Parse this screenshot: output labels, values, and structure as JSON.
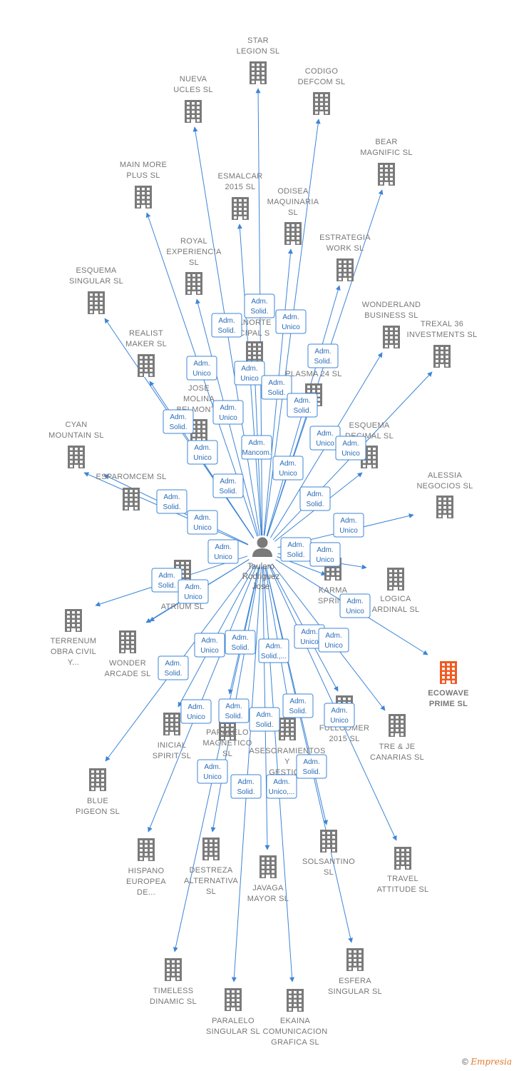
{
  "person": {
    "name_lines": [
      "Taulero",
      "Rodriguez",
      "Jose"
    ],
    "icon": "person-icon"
  },
  "footer": {
    "copyright": "©",
    "brand": "Empresia"
  },
  "colors": {
    "edge": "#3d85d6",
    "node": "#7a7a7a",
    "highlight": "#f05a22",
    "role_border": "#3d85d6",
    "role_text": "#2b6cb8"
  },
  "nodes": [
    {
      "id": "star_legion",
      "label": [
        "STAR",
        "LEGION  SL"
      ],
      "icon": "building-icon"
    },
    {
      "id": "codigo_defcom",
      "label": [
        "CODIGO",
        "DEFCOM  SL"
      ],
      "icon": "building-icon"
    },
    {
      "id": "nueva_ucles",
      "label": [
        "NUEVA",
        "UCLES  SL"
      ],
      "icon": "building-icon"
    },
    {
      "id": "bear_magnific",
      "label": [
        "BEAR",
        "MAGNIFIC  SL"
      ],
      "icon": "building-icon"
    },
    {
      "id": "main_more_plus",
      "label": [
        "MAIN MORE",
        "PLUS  SL"
      ],
      "icon": "building-icon"
    },
    {
      "id": "esmalcar_2015",
      "label": [
        "ESMALCAR",
        "2015  SL"
      ],
      "icon": "building-icon"
    },
    {
      "id": "odisea_maquinaria",
      "label": [
        "ODISEA",
        "MAQUINARIA",
        "SL"
      ],
      "icon": "building-icon"
    },
    {
      "id": "royal_experiencia",
      "label": [
        "ROYAL",
        "EXPERIENCIA",
        "SL"
      ],
      "icon": "building-icon"
    },
    {
      "id": "estrategia_work",
      "label": [
        "ESTRATEGIA",
        "WORK  SL"
      ],
      "icon": "building-icon"
    },
    {
      "id": "esquema_singular",
      "label": [
        "ESQUEMA",
        "SINGULAR  SL"
      ],
      "icon": "building-icon"
    },
    {
      "id": "wonderland_business",
      "label": [
        "WONDERLAND",
        "BUSINESS  SL"
      ],
      "icon": "building-icon"
    },
    {
      "id": "trexal_36",
      "label": [
        "TREXAL 36",
        "INVESTMENTS SL"
      ],
      "icon": "building-icon"
    },
    {
      "id": "realist_maker",
      "label": [
        "REALIST",
        "MAKER  SL"
      ],
      "icon": "building-icon"
    },
    {
      "id": "anorte_cipal",
      "label": [
        "ANORTE",
        "CIPAL  S"
      ],
      "icon": "building-icon"
    },
    {
      "id": "plasma_24",
      "label": [
        "PLASMA 24 SL"
      ],
      "icon": "building-icon"
    },
    {
      "id": "jose_molina",
      "label": [
        "JOSE",
        "MOLINA",
        "BELMONTE"
      ],
      "icon": "building-icon"
    },
    {
      "id": "cyan_mountain",
      "label": [
        "CYAN",
        "MOUNTAIN  SL"
      ],
      "icon": "building-icon"
    },
    {
      "id": "esquema_decimal",
      "label": [
        "ESQUEMA",
        "DECIMAL  SL"
      ],
      "icon": "building-icon"
    },
    {
      "id": "esparomcem",
      "label": [
        "ESPAROMCEM  SL"
      ],
      "icon": "building-icon"
    },
    {
      "id": "alessia_negocios",
      "label": [
        "ALESSIA",
        "NEGOCIOS  SL"
      ],
      "icon": "building-icon"
    },
    {
      "id": "m_atrium",
      "label": [
        "M",
        "ATRIUM  SL"
      ],
      "icon": "building-icon"
    },
    {
      "id": "karma_sprint",
      "label": [
        "KARMA",
        "SPRINT"
      ],
      "icon": "building-icon"
    },
    {
      "id": "logica_ardinal",
      "label": [
        "LOGICA",
        "ARDINAL  SL"
      ],
      "icon": "building-icon"
    },
    {
      "id": "terrenum",
      "label": [
        "TERRENUM",
        "OBRA CIVIL",
        "Y..."
      ],
      "icon": "building-icon"
    },
    {
      "id": "wonder_arcade",
      "label": [
        "WONDER",
        "ARCADE  SL"
      ],
      "icon": "building-icon"
    },
    {
      "id": "ecowave_prime",
      "label": [
        "ECOWAVE",
        "PRIME  SL"
      ],
      "icon": "building-icon",
      "highlight": true
    },
    {
      "id": "fullcomer_2015",
      "label": [
        "FULLCOMER",
        "2015  SL"
      ],
      "icon": "building-icon"
    },
    {
      "id": "tre_je_canarias",
      "label": [
        "TRE & JE",
        "CANARIAS  SL"
      ],
      "icon": "building-icon"
    },
    {
      "id": "inicial_spirit",
      "label": [
        "INICIAL",
        "SPIRIT  SL"
      ],
      "icon": "building-icon"
    },
    {
      "id": "paralelo_magnetico",
      "label": [
        "PARALELO",
        "MAGNETICO",
        "SL"
      ],
      "icon": "building-icon"
    },
    {
      "id": "asesoramientos",
      "label": [
        "ASESORAMIENTOS",
        "Y",
        "GESTION"
      ],
      "icon": "building-icon"
    },
    {
      "id": "blue_pigeon",
      "label": [
        "BLUE",
        "PIGEON  SL"
      ],
      "icon": "building-icon"
    },
    {
      "id": "hispano_europea",
      "label": [
        "HISPANO",
        "EUROPEA",
        "DE..."
      ],
      "icon": "building-icon"
    },
    {
      "id": "destreza_alternativa",
      "label": [
        "DESTREZA",
        "ALTERNATIVA",
        "SL"
      ],
      "icon": "building-icon"
    },
    {
      "id": "javaga_mayor",
      "label": [
        "JAVAGA",
        "MAYOR  SL"
      ],
      "icon": "building-icon"
    },
    {
      "id": "solsantino",
      "label": [
        "SOLSANTINO",
        "SL"
      ],
      "icon": "building-icon"
    },
    {
      "id": "travel_attitude",
      "label": [
        "TRAVEL",
        "ATTITUDE  SL"
      ],
      "icon": "building-icon"
    },
    {
      "id": "timeless_dinamic",
      "label": [
        "TIMELESS",
        "DINAMIC  SL"
      ],
      "icon": "building-icon"
    },
    {
      "id": "esfera_singular",
      "label": [
        "ESFERA",
        "SINGULAR  SL"
      ],
      "icon": "building-icon"
    },
    {
      "id": "paralelo_singular",
      "label": [
        "PARALELO",
        "SINGULAR  SL"
      ],
      "icon": "building-icon"
    },
    {
      "id": "ekaina",
      "label": [
        "EKAINA",
        "COMUNICACION",
        "GRAFICA  SL"
      ],
      "icon": "building-icon"
    }
  ],
  "roles": [
    {
      "id": "r1",
      "lines": [
        "Adm.",
        "Solid."
      ]
    },
    {
      "id": "r2",
      "lines": [
        "Adm.",
        "Solid."
      ]
    },
    {
      "id": "r3",
      "lines": [
        "Adm.",
        "Unico"
      ]
    },
    {
      "id": "r4",
      "lines": [
        "Adm.",
        "Solid."
      ]
    },
    {
      "id": "r5",
      "lines": [
        "Adm.",
        "Unico"
      ]
    },
    {
      "id": "r6",
      "lines": [
        "Adm.",
        "Unico"
      ]
    },
    {
      "id": "r7",
      "lines": [
        "Adm.",
        "Solid."
      ]
    },
    {
      "id": "r8",
      "lines": [
        "Adm.",
        "Solid."
      ]
    },
    {
      "id": "r9",
      "lines": [
        "Adm.",
        "Unico"
      ]
    },
    {
      "id": "r10",
      "lines": [
        "Adm.",
        "Solid."
      ]
    },
    {
      "id": "r11",
      "lines": [
        "Adm.",
        "Unico"
      ]
    },
    {
      "id": "r12",
      "lines": [
        "Adm.",
        "Mancom."
      ]
    },
    {
      "id": "r13",
      "lines": [
        "Adm.",
        "Unico"
      ]
    },
    {
      "id": "r14",
      "lines": [
        "Adm.",
        "Unico"
      ]
    },
    {
      "id": "r15",
      "lines": [
        "Adm.",
        "Unico"
      ]
    },
    {
      "id": "r16",
      "lines": [
        "Adm.",
        "Solid."
      ]
    },
    {
      "id": "r17",
      "lines": [
        "Adm.",
        "Solid."
      ]
    },
    {
      "id": "r18",
      "lines": [
        "Adm.",
        "Solid."
      ]
    },
    {
      "id": "r19",
      "lines": [
        "Adm.",
        "Unico"
      ]
    },
    {
      "id": "r20",
      "lines": [
        "Adm.",
        "Unico"
      ]
    },
    {
      "id": "r21",
      "lines": [
        "Adm.",
        "Unico"
      ]
    },
    {
      "id": "r22",
      "lines": [
        "Adm.",
        "Solid."
      ]
    },
    {
      "id": "r23",
      "lines": [
        "Adm.",
        "Unico"
      ]
    },
    {
      "id": "r24",
      "lines": [
        "Adm.",
        "Solid."
      ]
    },
    {
      "id": "r25",
      "lines": [
        "Adm.",
        "Unico"
      ]
    },
    {
      "id": "r26",
      "lines": [
        "Adm.",
        "Unico"
      ]
    },
    {
      "id": "r27",
      "lines": [
        "Adm.",
        "Unico"
      ]
    },
    {
      "id": "r28",
      "lines": [
        "Adm.",
        "Solid."
      ]
    },
    {
      "id": "r29",
      "lines": [
        "Adm.",
        "Solid.,..."
      ]
    },
    {
      "id": "r30",
      "lines": [
        "Adm.",
        "Unico"
      ]
    },
    {
      "id": "r31",
      "lines": [
        "Adm.",
        "Unico"
      ]
    },
    {
      "id": "r32",
      "lines": [
        "Adm.",
        "Solid."
      ]
    },
    {
      "id": "r33",
      "lines": [
        "Adm.",
        "Unico"
      ]
    },
    {
      "id": "r34",
      "lines": [
        "Adm.",
        "Solid."
      ]
    },
    {
      "id": "r35",
      "lines": [
        "Adm.",
        "Solid."
      ]
    },
    {
      "id": "r36",
      "lines": [
        "Adm.",
        "Solid."
      ]
    },
    {
      "id": "r37",
      "lines": [
        "Adm.",
        "Unico"
      ]
    },
    {
      "id": "r38",
      "lines": [
        "Adm.",
        "Unico"
      ]
    },
    {
      "id": "r39",
      "lines": [
        "Adm.",
        "Solid."
      ]
    },
    {
      "id": "r40",
      "lines": [
        "Adm.",
        "Solid."
      ]
    },
    {
      "id": "r41",
      "lines": [
        "Adm.",
        "Unico,..."
      ]
    }
  ]
}
